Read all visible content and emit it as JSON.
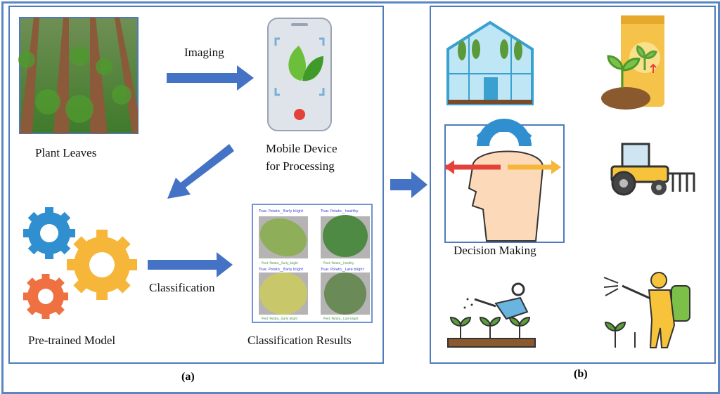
{
  "panel_a": {
    "label": "(a)",
    "plant_leaves": "Plant Leaves",
    "imaging": "Imaging",
    "mobile_line1": "Mobile Device",
    "mobile_line2": "for Processing",
    "pretrained": "Pre-trained Model",
    "classification": "Classification",
    "results": "Classification Results",
    "result_cells": [
      {
        "true": "True: Potato__Early blight",
        "pred": "Pred: Potato__Early_blight"
      },
      {
        "true": "True: Potato__healthy",
        "pred": "Pred: Potato__healthy"
      },
      {
        "true": "True: Potato__Early blight",
        "pred": "Pred: Potato__Early blight"
      },
      {
        "true": "True: Potato__Late blight",
        "pred": "Pred: Potato__Late blight"
      }
    ]
  },
  "panel_b": {
    "label": "(b)",
    "decision": "Decision Making"
  },
  "colors": {
    "frame": "#5b86c6",
    "arrow": "#4472c4"
  }
}
